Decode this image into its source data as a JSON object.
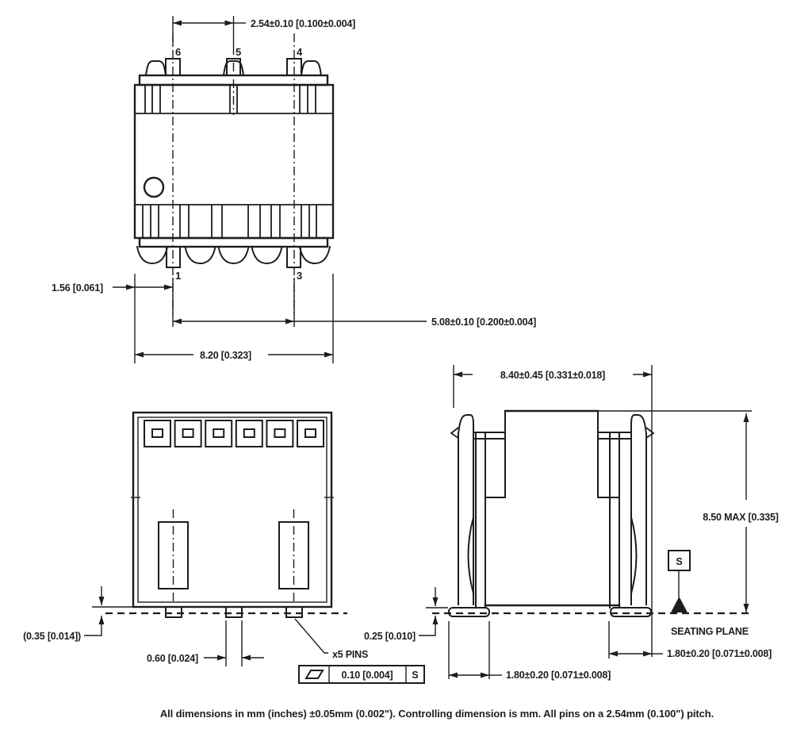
{
  "note": "All dimensions in mm (inches) ±0.05mm (0.002\"). Controlling dimension is mm. All pins on a 2.54mm (0.100\") pitch.",
  "colors": {
    "line": "#1d1d1d",
    "background": "#ffffff"
  },
  "top_view": {
    "pins": {
      "p6": "6",
      "p5": "5",
      "p4": "4",
      "p1": "1",
      "p3": "3"
    },
    "dim_pitch": "2.54±0.10 [0.100±0.004]",
    "dim_edge_to_pin1": "1.56 [0.061]",
    "dim_pin1_to_pin3": "5.08±0.10 [0.200±0.004]",
    "dim_body_width": "8.20 [0.323]"
  },
  "bottom_view": {
    "dim_standoff": "(0.35 [0.014])",
    "dim_pin_width": "0.60 [0.024]",
    "pins_note": "x5 PINS",
    "coplanarity": {
      "tolerance": "0.10 [0.004]",
      "datum": "S"
    }
  },
  "side_view": {
    "dim_body_width": "8.40±0.45 [0.331±0.018]",
    "dim_height": "8.50 MAX  [0.335]",
    "dim_lead_thickness": "0.25 [0.010]",
    "dim_foot_length_left": "1.80±0.20 [0.071±0.008]",
    "dim_foot_length_right": "1.80±0.20 [0.071±0.008]",
    "datum_label": "S",
    "seating_plane_label": "SEATING PLANE"
  }
}
